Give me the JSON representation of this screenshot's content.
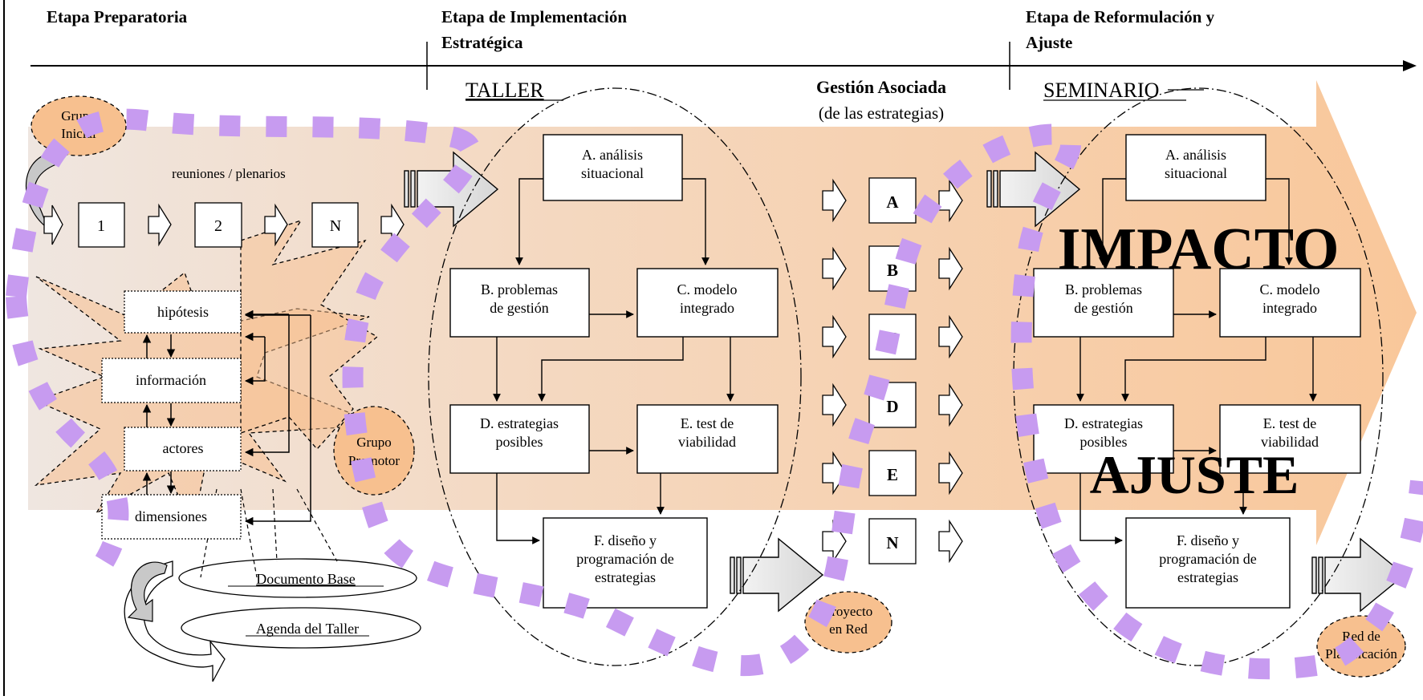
{
  "stages": {
    "preparatoria": "Etapa Preparatoria",
    "implementacion": [
      "Etapa de Implementación",
      "Estratégica"
    ],
    "reformulacion": [
      "Etapa de Reformulación y",
      "Ajuste"
    ]
  },
  "taller": "TALLER",
  "seminario": "SEMINARIO",
  "gestion": {
    "title": "Gestión Asociada",
    "subtitle": "(de las estrategias)"
  },
  "prep": {
    "grupo_inicial": [
      "Grupo",
      "Inicial"
    ],
    "reuniones": "reuniones / plenarios",
    "steps": [
      "1",
      "2",
      "N"
    ],
    "items": [
      "hipótesis",
      "información",
      "actores",
      "dimensiones"
    ],
    "grupo_promotor": [
      "Grupo",
      "Promotor"
    ],
    "documento_base": "Documento Base",
    "agenda": "Agenda del Taller"
  },
  "process": {
    "a": [
      "A. análisis",
      "situacional"
    ],
    "b": [
      "B. problemas",
      "de gestión"
    ],
    "c": [
      "C. modelo",
      "integrado"
    ],
    "d": [
      "D. estrategias",
      "posibles"
    ],
    "e": [
      "E. test de",
      "viabilidad"
    ],
    "f": [
      "F. diseño y",
      "programación de",
      "estrategias"
    ]
  },
  "strategies": [
    "A",
    "B",
    "C",
    "D",
    "E",
    "N"
  ],
  "proyecto_red": [
    "Proyecto",
    "en Red"
  ],
  "red_planificacion": [
    "Red de",
    "Planificación"
  ],
  "overlay": {
    "impacto": "IMPACTO",
    "ajuste": "AJUSTE"
  },
  "colors": {
    "peach": "#f7c08f",
    "peach_light": "#f0e4da",
    "lilac": "#c79bf0",
    "ink": "#000000"
  }
}
